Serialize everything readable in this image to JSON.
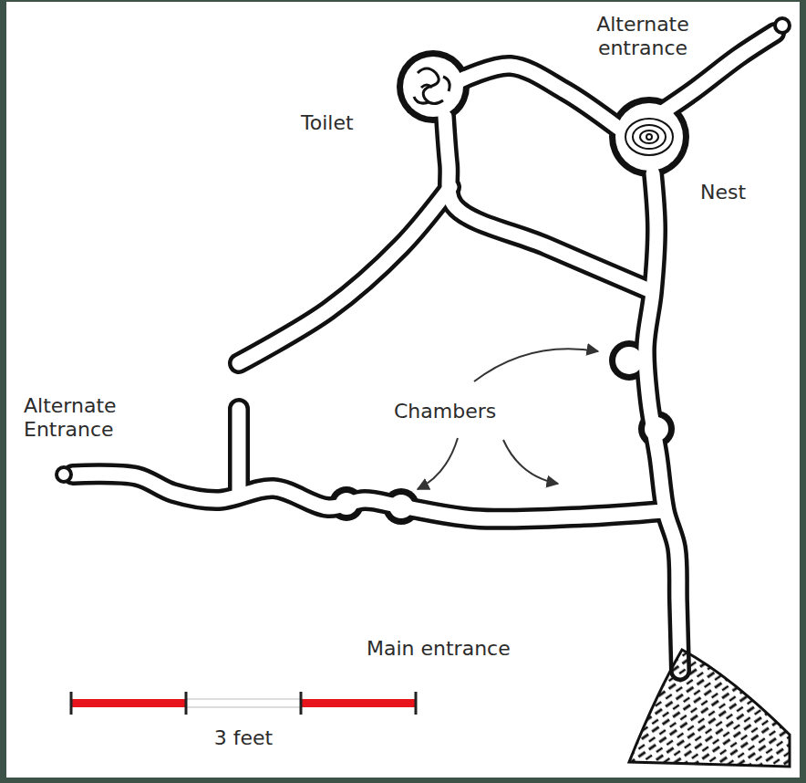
{
  "diagram": {
    "labels": [
      "Alternate entrance",
      "Toilet",
      "Nest",
      "Chambers",
      "Alternate Entrance",
      "Main entrance",
      "3 feet"
    ]
  }
}
